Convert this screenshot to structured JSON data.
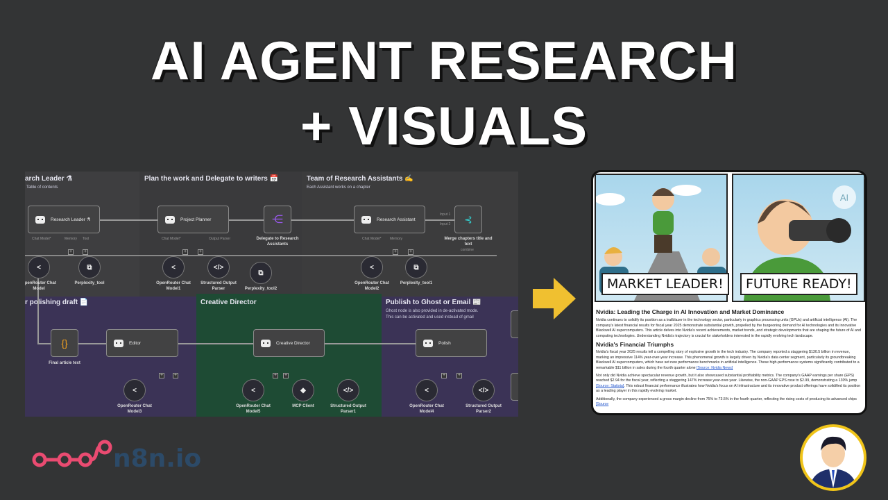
{
  "title": {
    "line1": "AI AGENT RESEARCH",
    "line2": "+ VISUALS"
  },
  "workflow": {
    "sections": [
      {
        "title": "Research Leader ⚗",
        "subtitle": "Table of contents",
        "display_title": "arch Leader ⚗",
        "display_sub": "ble of contents"
      },
      {
        "title": "Plan the work and Delegate to writers 📅"
      },
      {
        "title": "Team of Research Assistants ✍",
        "subtitle": "Each Assistant works on a chapter"
      },
      {
        "title": "r polishing draft 📄"
      },
      {
        "title": "Creative Director"
      },
      {
        "title": "Publish to Ghost or Email 📰",
        "subtitle1": "Ghost node is also provided in de-activated mode.",
        "subtitle2": "This can be activated and used instead of gmail"
      }
    ],
    "nodes": {
      "research_leader": "Research Leader ⚗",
      "project_planner": "Project Planner",
      "delegate": "Delegate to Research Assistants",
      "research_assistant": "Research Assistant",
      "merge": "Merge chapters title and text",
      "merge_sub": "combine",
      "final_article": "Final article text",
      "editor": "Editor",
      "creative_director": "Creative Director",
      "polish": "Polish"
    },
    "sub_nodes": [
      "OpenRouter Chat Model",
      "Perplexity_tool",
      "OpenRouter Chat Model1",
      "Structured Output Parser",
      "Perplexity_tool2",
      "OpenRouter Chat Model2",
      "Perplexity_tool1",
      "OpenRouter Chat Model3",
      "OpenRouter Chat Model5",
      "MCP Client",
      "Structured Output Parser1",
      "OpenRouter Chat Model4",
      "Structured Output Parser2"
    ],
    "ports": {
      "chat_model": "Chat Model*",
      "memory": "Memory",
      "tool": "Tool",
      "output_parser": "Output Parser",
      "model": "Model",
      "input1": "Input 1",
      "input2": "Input 2"
    }
  },
  "comic": {
    "panel1_caption": "MARKET LEADER!",
    "panel2_caption": "FUTURE READY!",
    "badge": "AI"
  },
  "article": {
    "h1": "Nvidia: Leading the Charge in AI Innovation and Market Dominance",
    "p1": "Nvidia continues to solidify its position as a trailblazer in the technology sector, particularly in graphics processing units (GPUs) and artificial intelligence (AI). The company's latest financial results for fiscal year 2025 demonstrate substantial growth, propelled by the burgeoning demand for AI technologies and its innovative Blackwell AI supercomputers. This article delves into Nvidia's recent achievements, market trends, and strategic developments that are shaping the future of AI and computing technologies. Understanding Nvidia's trajectory is crucial for stakeholders interested in the rapidly evolving tech landscape.",
    "h2": "Nvidia's Financial Triumphs",
    "p2": "Nvidia's fiscal year 2025 results tell a compelling story of explosive growth in the tech industry. The company reported a staggering $130.5 billion in revenue, marking an impressive 114% year-over-year increase. This phenomenal growth is largely driven by Nvidia's data center segment, particularly its groundbreaking Blackwell AI supercomputers, which have set new performance benchmarks in artificial intelligence. These high-performance systems significantly contributed to a remarkable $11 billion in sales during the fourth quarter alone ",
    "p2_link": "[Source: Nvidia News]",
    "p3": "Not only did Nvidia achieve spectacular revenue growth, but it also showcased substantial profitability metrics. The company's GAAP earnings per share (EPS) reached $2.94 for the fiscal year, reflecting a staggering 147% increase year-over-year. Likewise, the non-GAAP EPS rose to $2.99, demonstrating a 130% jump ",
    "p3_link": "[Source: Statista]",
    "p3_tail": ". This robust financial performance illustrates how Nvidia's focus on AI infrastructure and its innovative product offerings have solidified its position as a leading player in this rapidly evolving market.",
    "p4": "Additionally, the company experienced a gross margin decline from 75% to 73.5% in the fourth quarter, reflecting the rising costs of producing its advanced chips ",
    "p4_link": "[Source"
  },
  "brand": {
    "logo_text": "n8n.io"
  },
  "colors": {
    "accent_arrow": "#f0c030",
    "n8n_orange": "#ea4b71",
    "section_purple": "#3b3356",
    "section_green": "#1e4b34",
    "avatar_border": "#f0c419"
  }
}
